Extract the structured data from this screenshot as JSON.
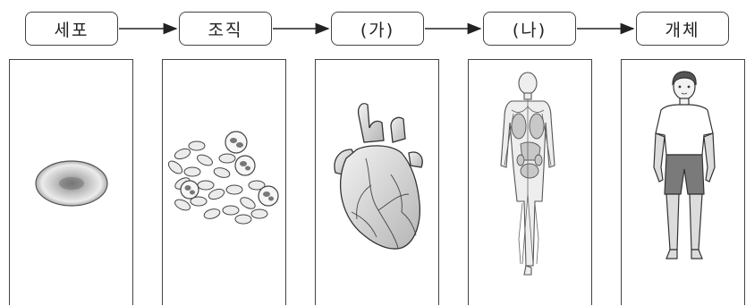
{
  "stages": [
    {
      "id": "cell",
      "label": "세포"
    },
    {
      "id": "tissue",
      "label": "조직"
    },
    {
      "id": "organ",
      "label": "(가)"
    },
    {
      "id": "organ-system",
      "label": "(나)"
    },
    {
      "id": "individual",
      "label": "개체"
    }
  ],
  "colors": {
    "line": "#444444",
    "fill": "#e6e6e6",
    "shade": "#9a9a9a"
  }
}
